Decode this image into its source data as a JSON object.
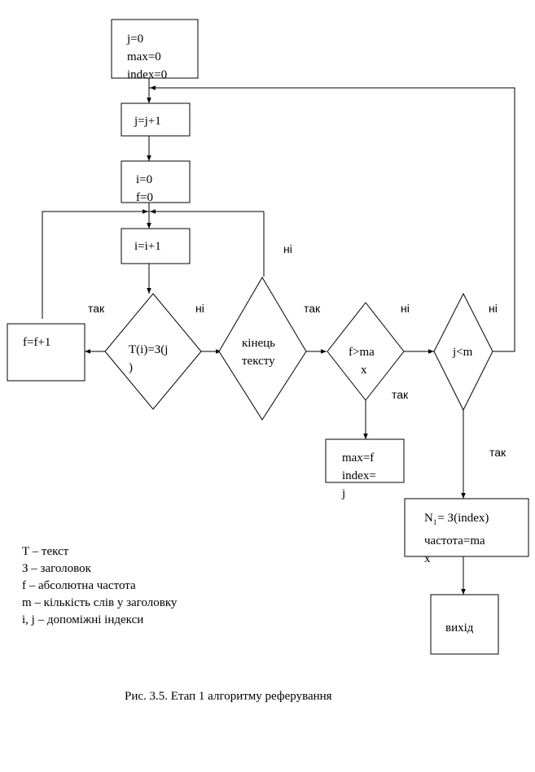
{
  "blocks": {
    "init_line1": "j=0",
    "init_line2": "max=0",
    "init_line3": "index=0",
    "inc_j": "j=j+1",
    "reset_line1": "i=0",
    "reset_line2": "f=0",
    "inc_i": "i=i+1",
    "inc_f": "f=f+1",
    "cond_title_line1": "T(i)=З(j",
    "cond_title_line2": ")",
    "cond_end_line1": "кінець",
    "cond_end_line2": "тексту",
    "cond_fmax_line1": "f>ma",
    "cond_fmax_line2": "x",
    "cond_jm": "j<m",
    "assign_line1": "max=f",
    "assign_line2": "index=",
    "assign_line3": "j",
    "result_prefix": "N",
    "result_sub": "1",
    "result_rest": "= З(index)",
    "result_line2": "частота=ma",
    "result_line3": "x",
    "exit": "вихід"
  },
  "labels": {
    "yes": "так",
    "no": "ні"
  },
  "legend": [
    "T – текст",
    "З – заголовок",
    "f – абсолютна частота",
    "m – кількість слів у заголовку",
    "i, j – допоміжні індекси"
  ],
  "caption": "Рис. 3.5. Етап 1 алгоритму реферування"
}
